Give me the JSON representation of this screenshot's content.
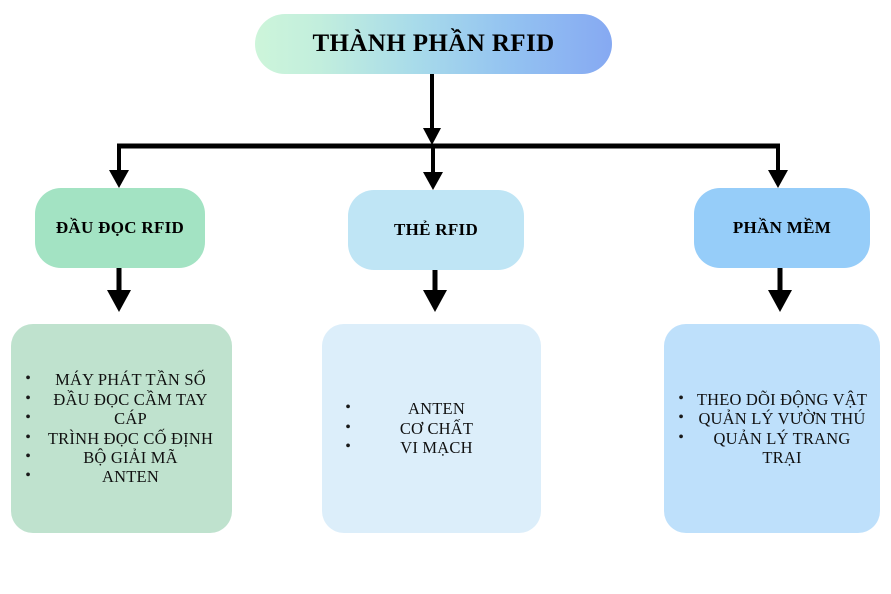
{
  "diagram": {
    "title": "THÀNH PHẦN RFID",
    "title_gradient_from": "#cdf5da",
    "title_gradient_to": "#86a9f2",
    "connector_color": "#000000",
    "branches": [
      {
        "category": "ĐẦU ĐỌC RFID",
        "category_color": "#a3e3c3",
        "list_color": "#bfe2ce",
        "items": [
          "MÁY PHÁT TẦN SỐ",
          "ĐẦU ĐỌC CẦM TAY",
          "CÁP",
          "TRÌNH ĐỌC CỐ ĐỊNH",
          "BỘ GIẢI MÃ",
          "ANTEN"
        ]
      },
      {
        "category": "THẺ RFID",
        "category_color": "#bfe5f5",
        "list_color": "#dceefa",
        "items": [
          "ANTEN",
          "CƠ CHẤT",
          "VI MẠCH"
        ]
      },
      {
        "category": "PHẦN MỀM",
        "category_color": "#96cdf9",
        "list_color": "#bee0fb",
        "items": [
          "THEO DÕI ĐỘNG VẬT",
          "QUẢN LÝ VƯỜN THÚ",
          "QUẢN LÝ TRANG TRẠI"
        ]
      }
    ],
    "bullet_glyph": "•"
  }
}
